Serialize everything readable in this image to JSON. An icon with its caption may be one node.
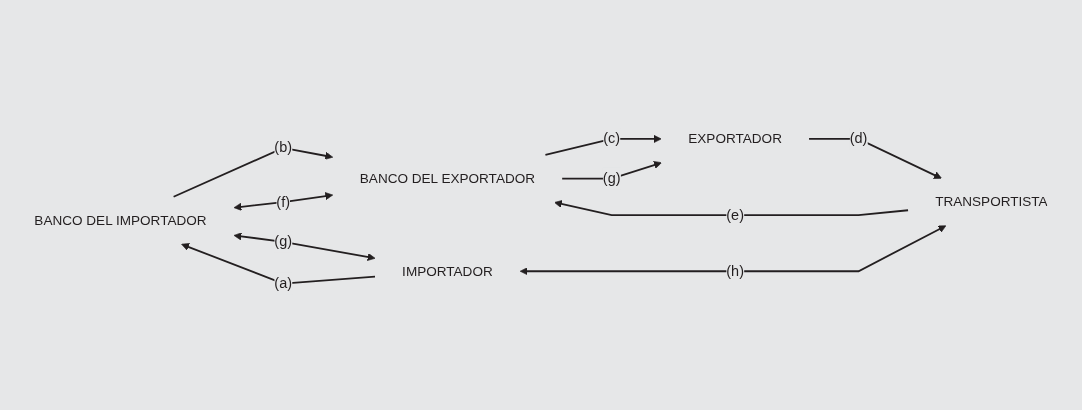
{
  "diagram": {
    "nodes": [
      {
        "text": [
          "BANCO DEL IMPORTADOR"
        ]
      },
      {
        "text": [
          "BANCO DEL EXPORTADOR"
        ]
      },
      {
        "text": [
          "IMPORTADOR"
        ]
      },
      {
        "text": [
          "EXPORTADOR"
        ]
      },
      {
        "text": [
          "TRANSPORTISTA"
        ]
      }
    ],
    "edges": [
      {
        "from": 2,
        "to": 0,
        "arrow": "to",
        "label": "(a)"
      },
      {
        "from": 0,
        "to": 1,
        "arrow": "to",
        "label": "(b)"
      },
      {
        "from": 1,
        "to": 3,
        "arrow": "to",
        "label": "(c)"
      },
      {
        "from": 3,
        "to": 4,
        "arrow": "to",
        "label": "(d)"
      },
      {
        "from": 4,
        "to": 1,
        "arrow": "to",
        "label": "(e)"
      },
      {
        "from": 0,
        "to": 1,
        "arrow": "both",
        "label": "(f)"
      },
      {
        "from": 0,
        "to": 2,
        "arrow": "both",
        "label": "(g)"
      },
      {
        "from": 1,
        "to": 3,
        "arrow": "to",
        "label": "(g)"
      },
      {
        "from": 2,
        "to": 4,
        "arrow": "both",
        "label": "(h)"
      }
    ]
  }
}
